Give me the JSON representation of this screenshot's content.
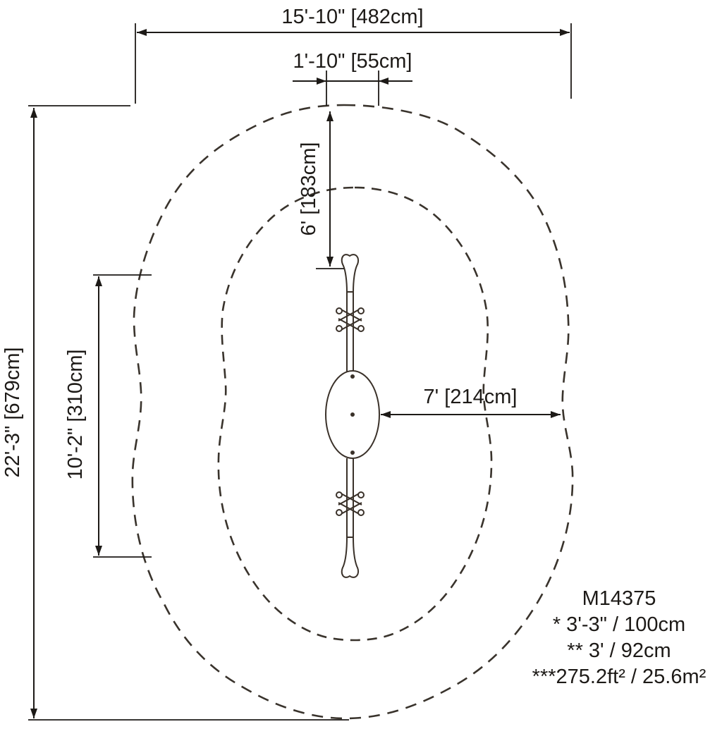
{
  "diagram": {
    "model_number": "M14375",
    "notes": {
      "line1": "* 3'-3\" / 100cm",
      "line2": "** 3' / 92cm",
      "line3": "***275.2ft² / 25.6m²"
    },
    "dimensions": {
      "overall_width": "15'-10\" [482cm]",
      "platform_width": "1'-10\" [55cm]",
      "overall_length": "22'-3\" [679cm]",
      "equipment_length": "10'-2\" [310cm]",
      "top_clearance": "6' [183cm]",
      "side_clearance": "7' [214cm]"
    }
  }
}
